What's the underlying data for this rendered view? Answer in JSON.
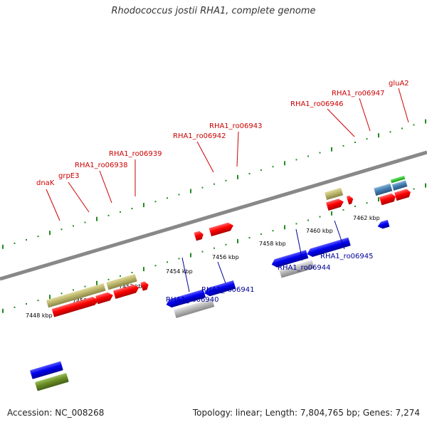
{
  "title": "Rhodococcus jostii RHA1, complete genome",
  "footer": {
    "accession": "Accession: NC_008268",
    "summary": "Topology: linear; Length: 7,804,765 bp; Genes: 7,274"
  },
  "colors": {
    "forward_label": "#cc0000",
    "reverse_label": "#000099",
    "gene_red": "#ff0000",
    "gene_blue": "#0000ee",
    "gene_khaki": "#bdb76b",
    "gene_gray": "#b0b0b0",
    "gene_olive": "#6b8e23",
    "gene_steel": "#4682b4",
    "gene_green": "#22cc22",
    "backbone": "#888888",
    "tick": "#228b22"
  },
  "ruler": {
    "labels": [
      "7448 kbp",
      "7450 kbp",
      "7452 kbp",
      "7454 kbp",
      "7456 kbp",
      "7458 kbp",
      "7460 kbp",
      "7462 kbp"
    ]
  },
  "genes": {
    "forward": [
      "dnaK",
      "grpE3",
      "RHA1_ro06938",
      "RHA1_ro06939",
      "RHA1_ro06942",
      "RHA1_ro06943",
      "RHA1_ro06946",
      "RHA1_ro06947",
      "gluA2"
    ],
    "reverse": [
      "RHA1_ro06940",
      "RHA1_ro06941",
      "RHA1_ro06944",
      "RHA1_ro06945"
    ]
  }
}
